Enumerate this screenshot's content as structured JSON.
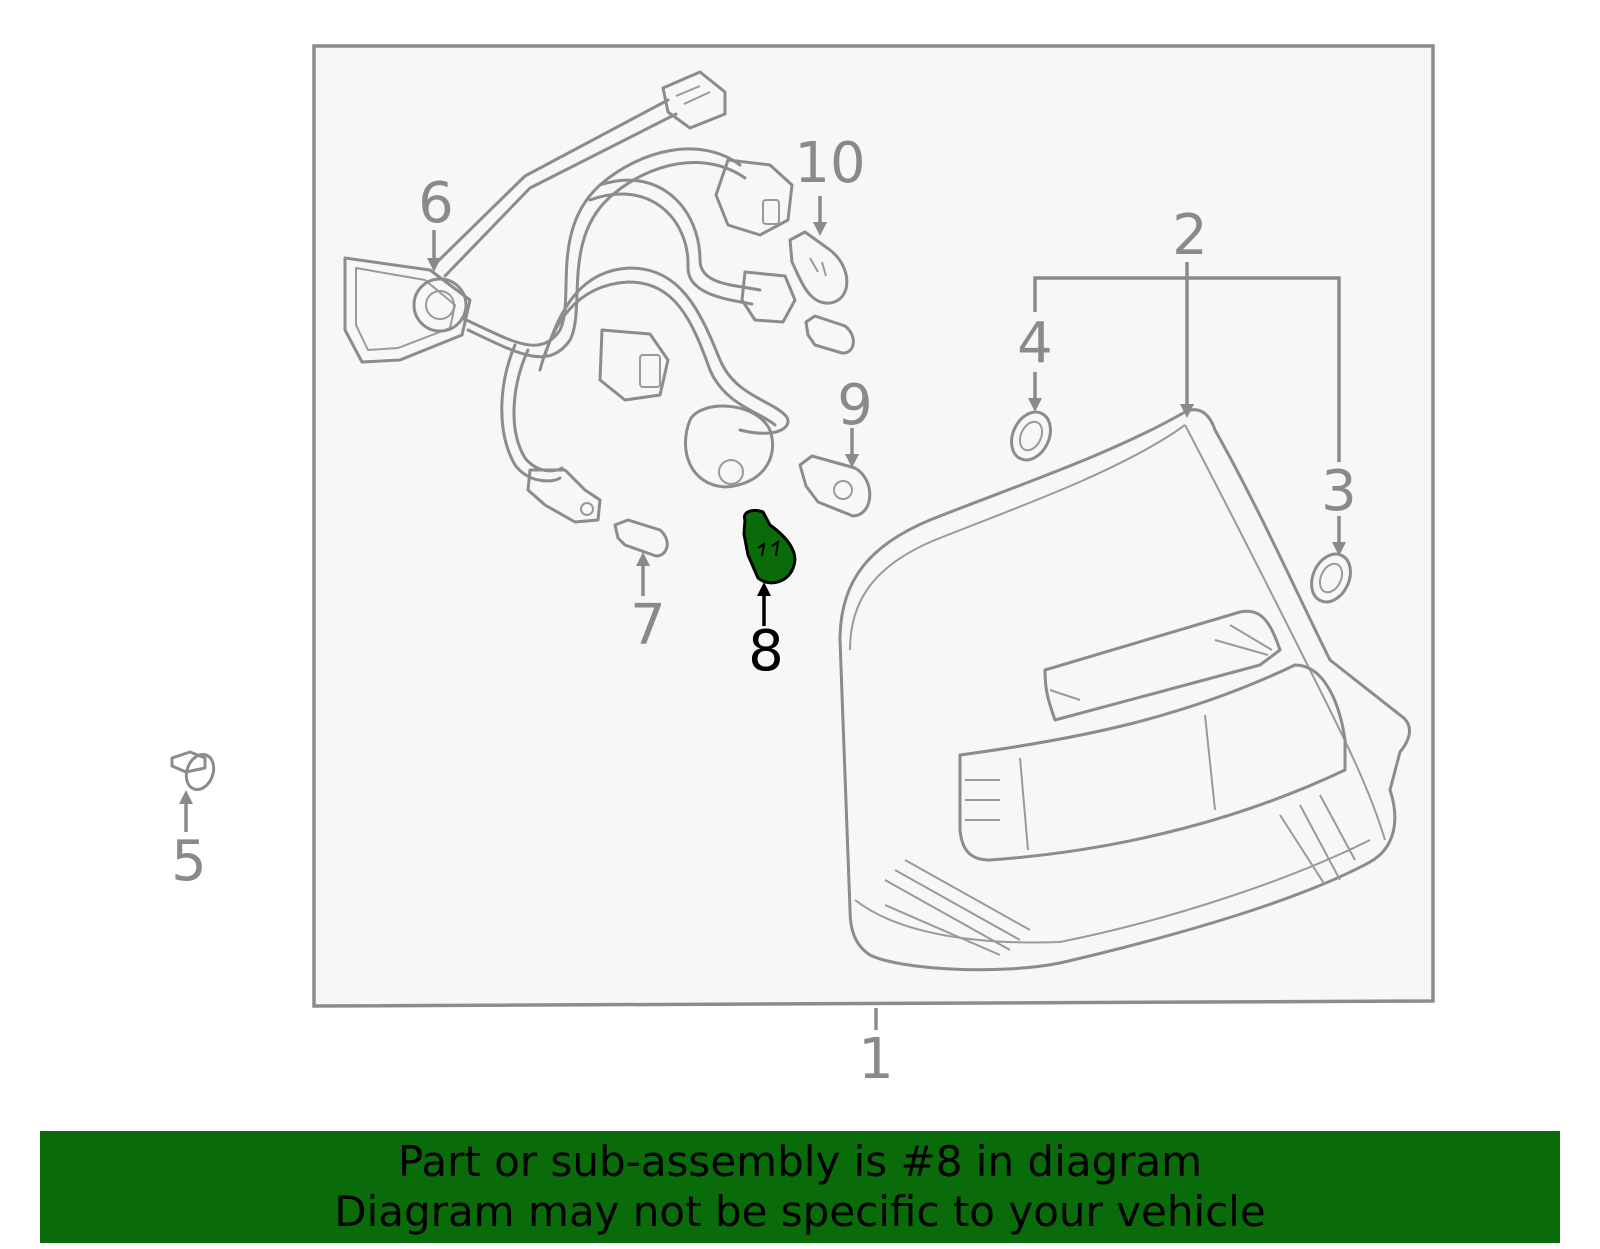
{
  "diagram": {
    "callouts": [
      {
        "id": "1",
        "label": "1"
      },
      {
        "id": "2",
        "label": "2"
      },
      {
        "id": "3",
        "label": "3"
      },
      {
        "id": "4",
        "label": "4"
      },
      {
        "id": "5",
        "label": "5"
      },
      {
        "id": "6",
        "label": "6"
      },
      {
        "id": "7",
        "label": "7"
      },
      {
        "id": "8",
        "label": "8"
      },
      {
        "id": "9",
        "label": "9"
      },
      {
        "id": "10",
        "label": "10"
      }
    ],
    "highlighted_part": "8",
    "colors": {
      "highlight": "#0a6b0a",
      "lineart": "#8c8c8c",
      "frame_fill": "#f7f7f7",
      "banner": "#0a6b0a"
    }
  },
  "banner": {
    "line1": "Part or sub-assembly is #8 in diagram",
    "line2": "Diagram may not be specific to your vehicle"
  }
}
